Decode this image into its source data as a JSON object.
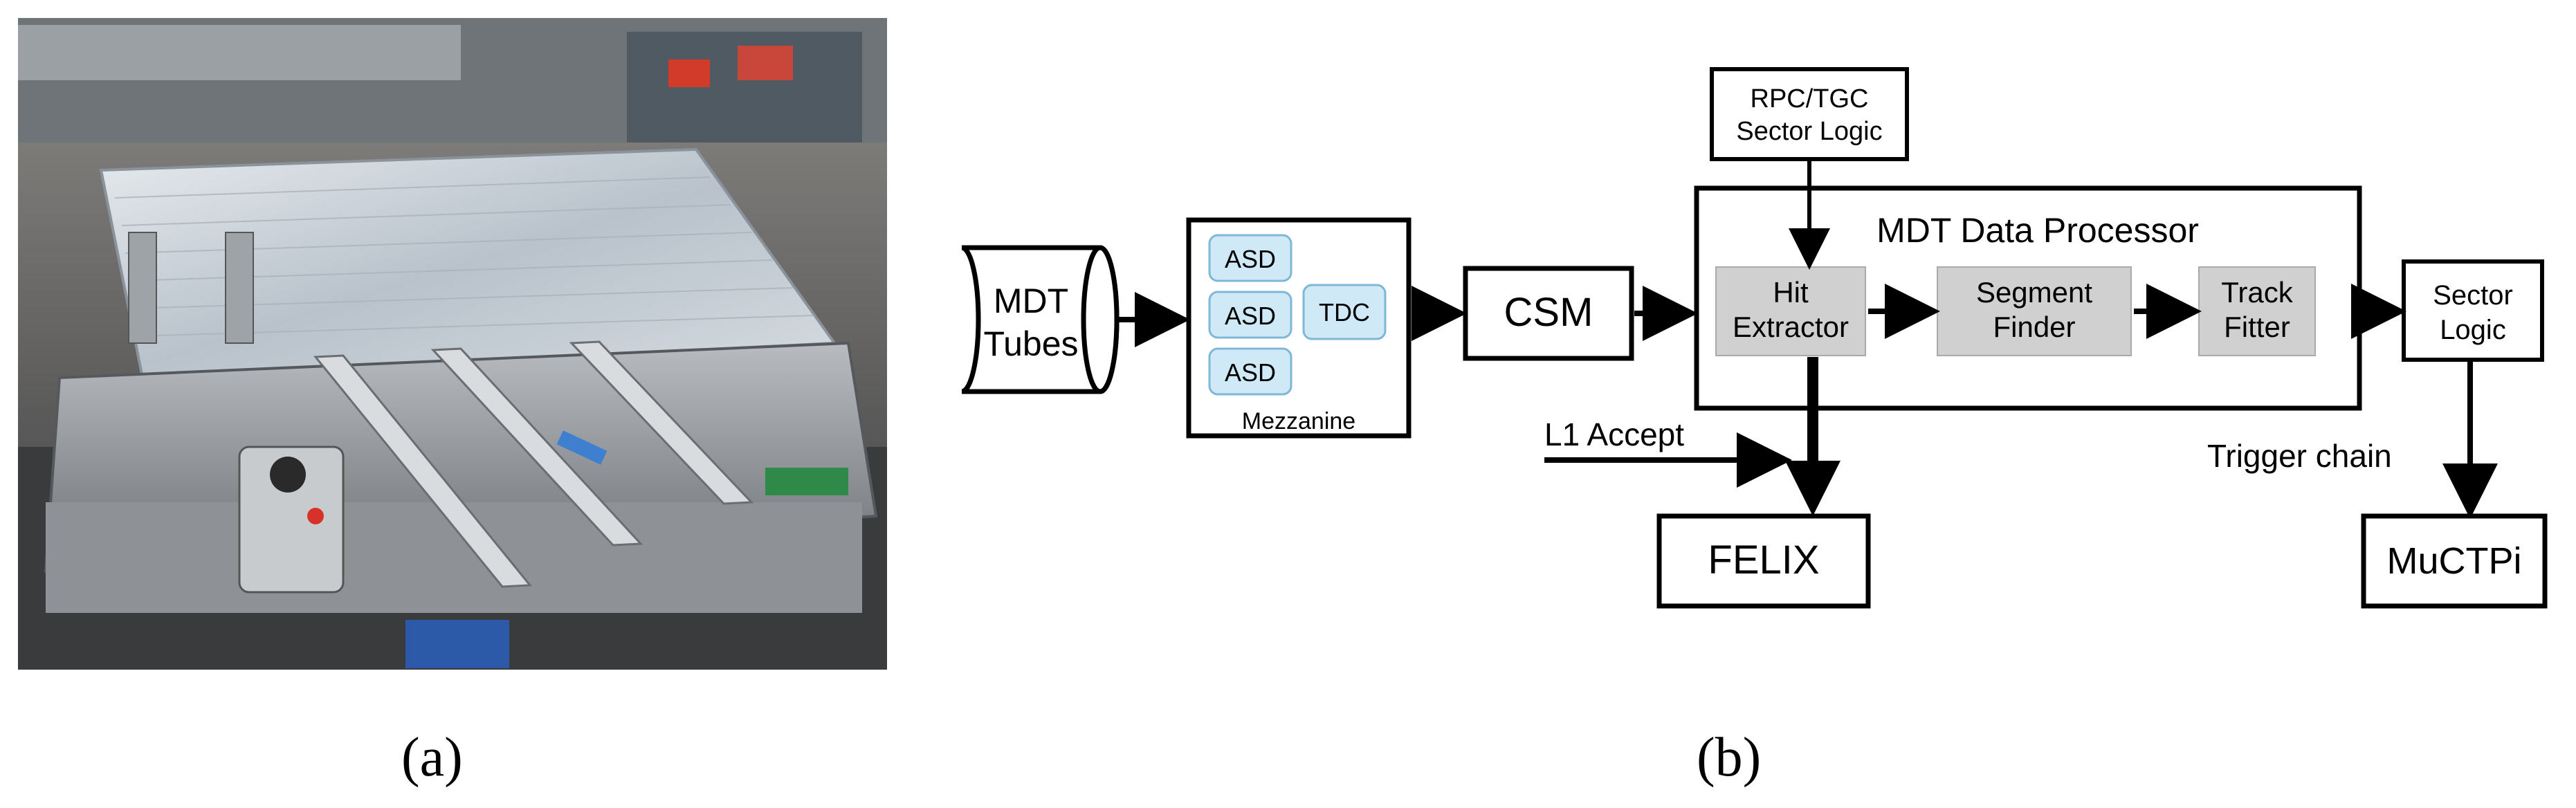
{
  "photo": {
    "description_icon": "workbench-photo-icon"
  },
  "captions": {
    "a": "(a)",
    "b": "(b)"
  },
  "diagram": {
    "mdt_tubes": [
      "MDT",
      "Tubes"
    ],
    "mezzanine": {
      "asd1": "ASD",
      "asd2": "ASD",
      "asd3": "ASD",
      "tdc": "TDC",
      "label": "Mezzanine"
    },
    "csm": "CSM",
    "rpc_tgc": [
      "RPC/TGC",
      "Sector Logic"
    ],
    "processor_title": "MDT Data Processor",
    "hit_extractor": [
      "Hit",
      "Extractor"
    ],
    "segment_finder": [
      "Segment",
      "Finder"
    ],
    "track_fitter": [
      "Track",
      "Fitter"
    ],
    "sector_logic": [
      "Sector",
      "Logic"
    ],
    "l1_accept": "L1 Accept",
    "felix": "FELIX",
    "trigger_chain": "Trigger chain",
    "muctpi": "MuCTPi"
  },
  "colors": {
    "chip_fill": "#cfe9f6",
    "chip_stroke": "#7fb7d6",
    "stage_fill": "#d0d0d0"
  }
}
